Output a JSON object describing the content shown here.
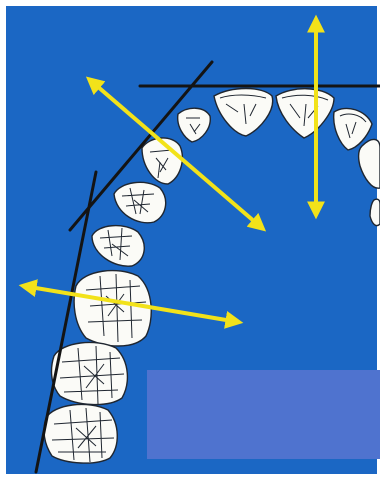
{
  "colors": {
    "background": "#1b67c4",
    "panel": "#4f73cf",
    "tooth_fill": "#fbfbf7",
    "tooth_outline": "#1f2630",
    "arrow": "#f2e21a",
    "reference_line": "#141414"
  },
  "diagram": {
    "teeth": [
      {
        "name": "tooth-incisor-right-central",
        "kind": "incisor"
      },
      {
        "name": "tooth-incisor-left-central",
        "kind": "incisor"
      },
      {
        "name": "tooth-incisor-left-lateral",
        "kind": "incisor"
      },
      {
        "name": "tooth-canine-left",
        "kind": "canine"
      },
      {
        "name": "tooth-premolar-left",
        "kind": "premolar"
      },
      {
        "name": "tooth-incisor-right-lateral",
        "kind": "incisor"
      },
      {
        "name": "tooth-canine-right",
        "kind": "canine"
      },
      {
        "name": "tooth-premolar-right-first",
        "kind": "premolar"
      },
      {
        "name": "tooth-premolar-right-second",
        "kind": "premolar"
      },
      {
        "name": "tooth-molar-right-first",
        "kind": "molar"
      },
      {
        "name": "tooth-molar-right-second",
        "kind": "molar"
      },
      {
        "name": "tooth-molar-right-third",
        "kind": "molar"
      }
    ],
    "arrows": [
      {
        "name": "arrow-anterior-vertical"
      },
      {
        "name": "arrow-canine-diagonal"
      },
      {
        "name": "arrow-molar-horizontal"
      }
    ],
    "reference_lines": [
      {
        "name": "incisal-reference-line"
      },
      {
        "name": "canine-reference-line"
      },
      {
        "name": "buccal-reference-line"
      }
    ]
  }
}
